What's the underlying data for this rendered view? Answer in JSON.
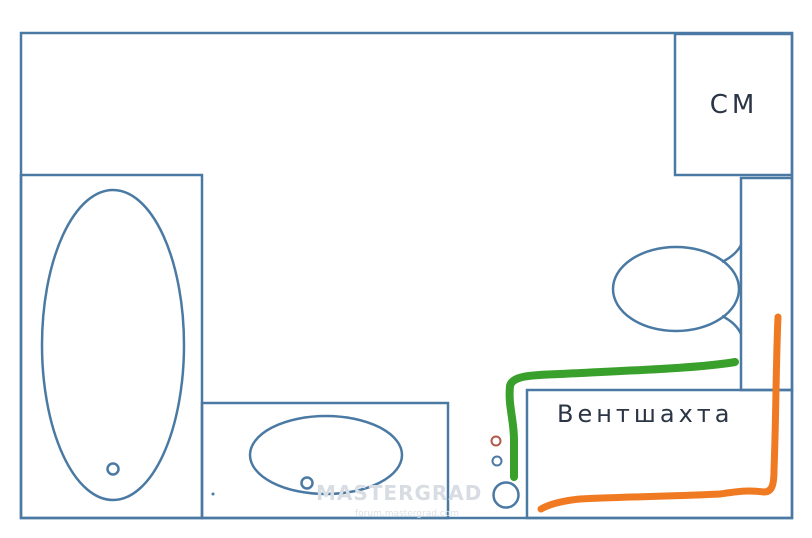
{
  "labels": {
    "washing_machine": "СМ",
    "vent_shaft": "Вентшахта"
  },
  "watermark": {
    "title": "MASTERGRAD",
    "subtitle": "forum.mastergrad.com"
  },
  "colors": {
    "walls": "#4a7aa3",
    "green_pipe": "#3aa02c",
    "orange_pipe": "#f07a22",
    "red_point": "#b05a48",
    "text": "#2b3545"
  }
}
